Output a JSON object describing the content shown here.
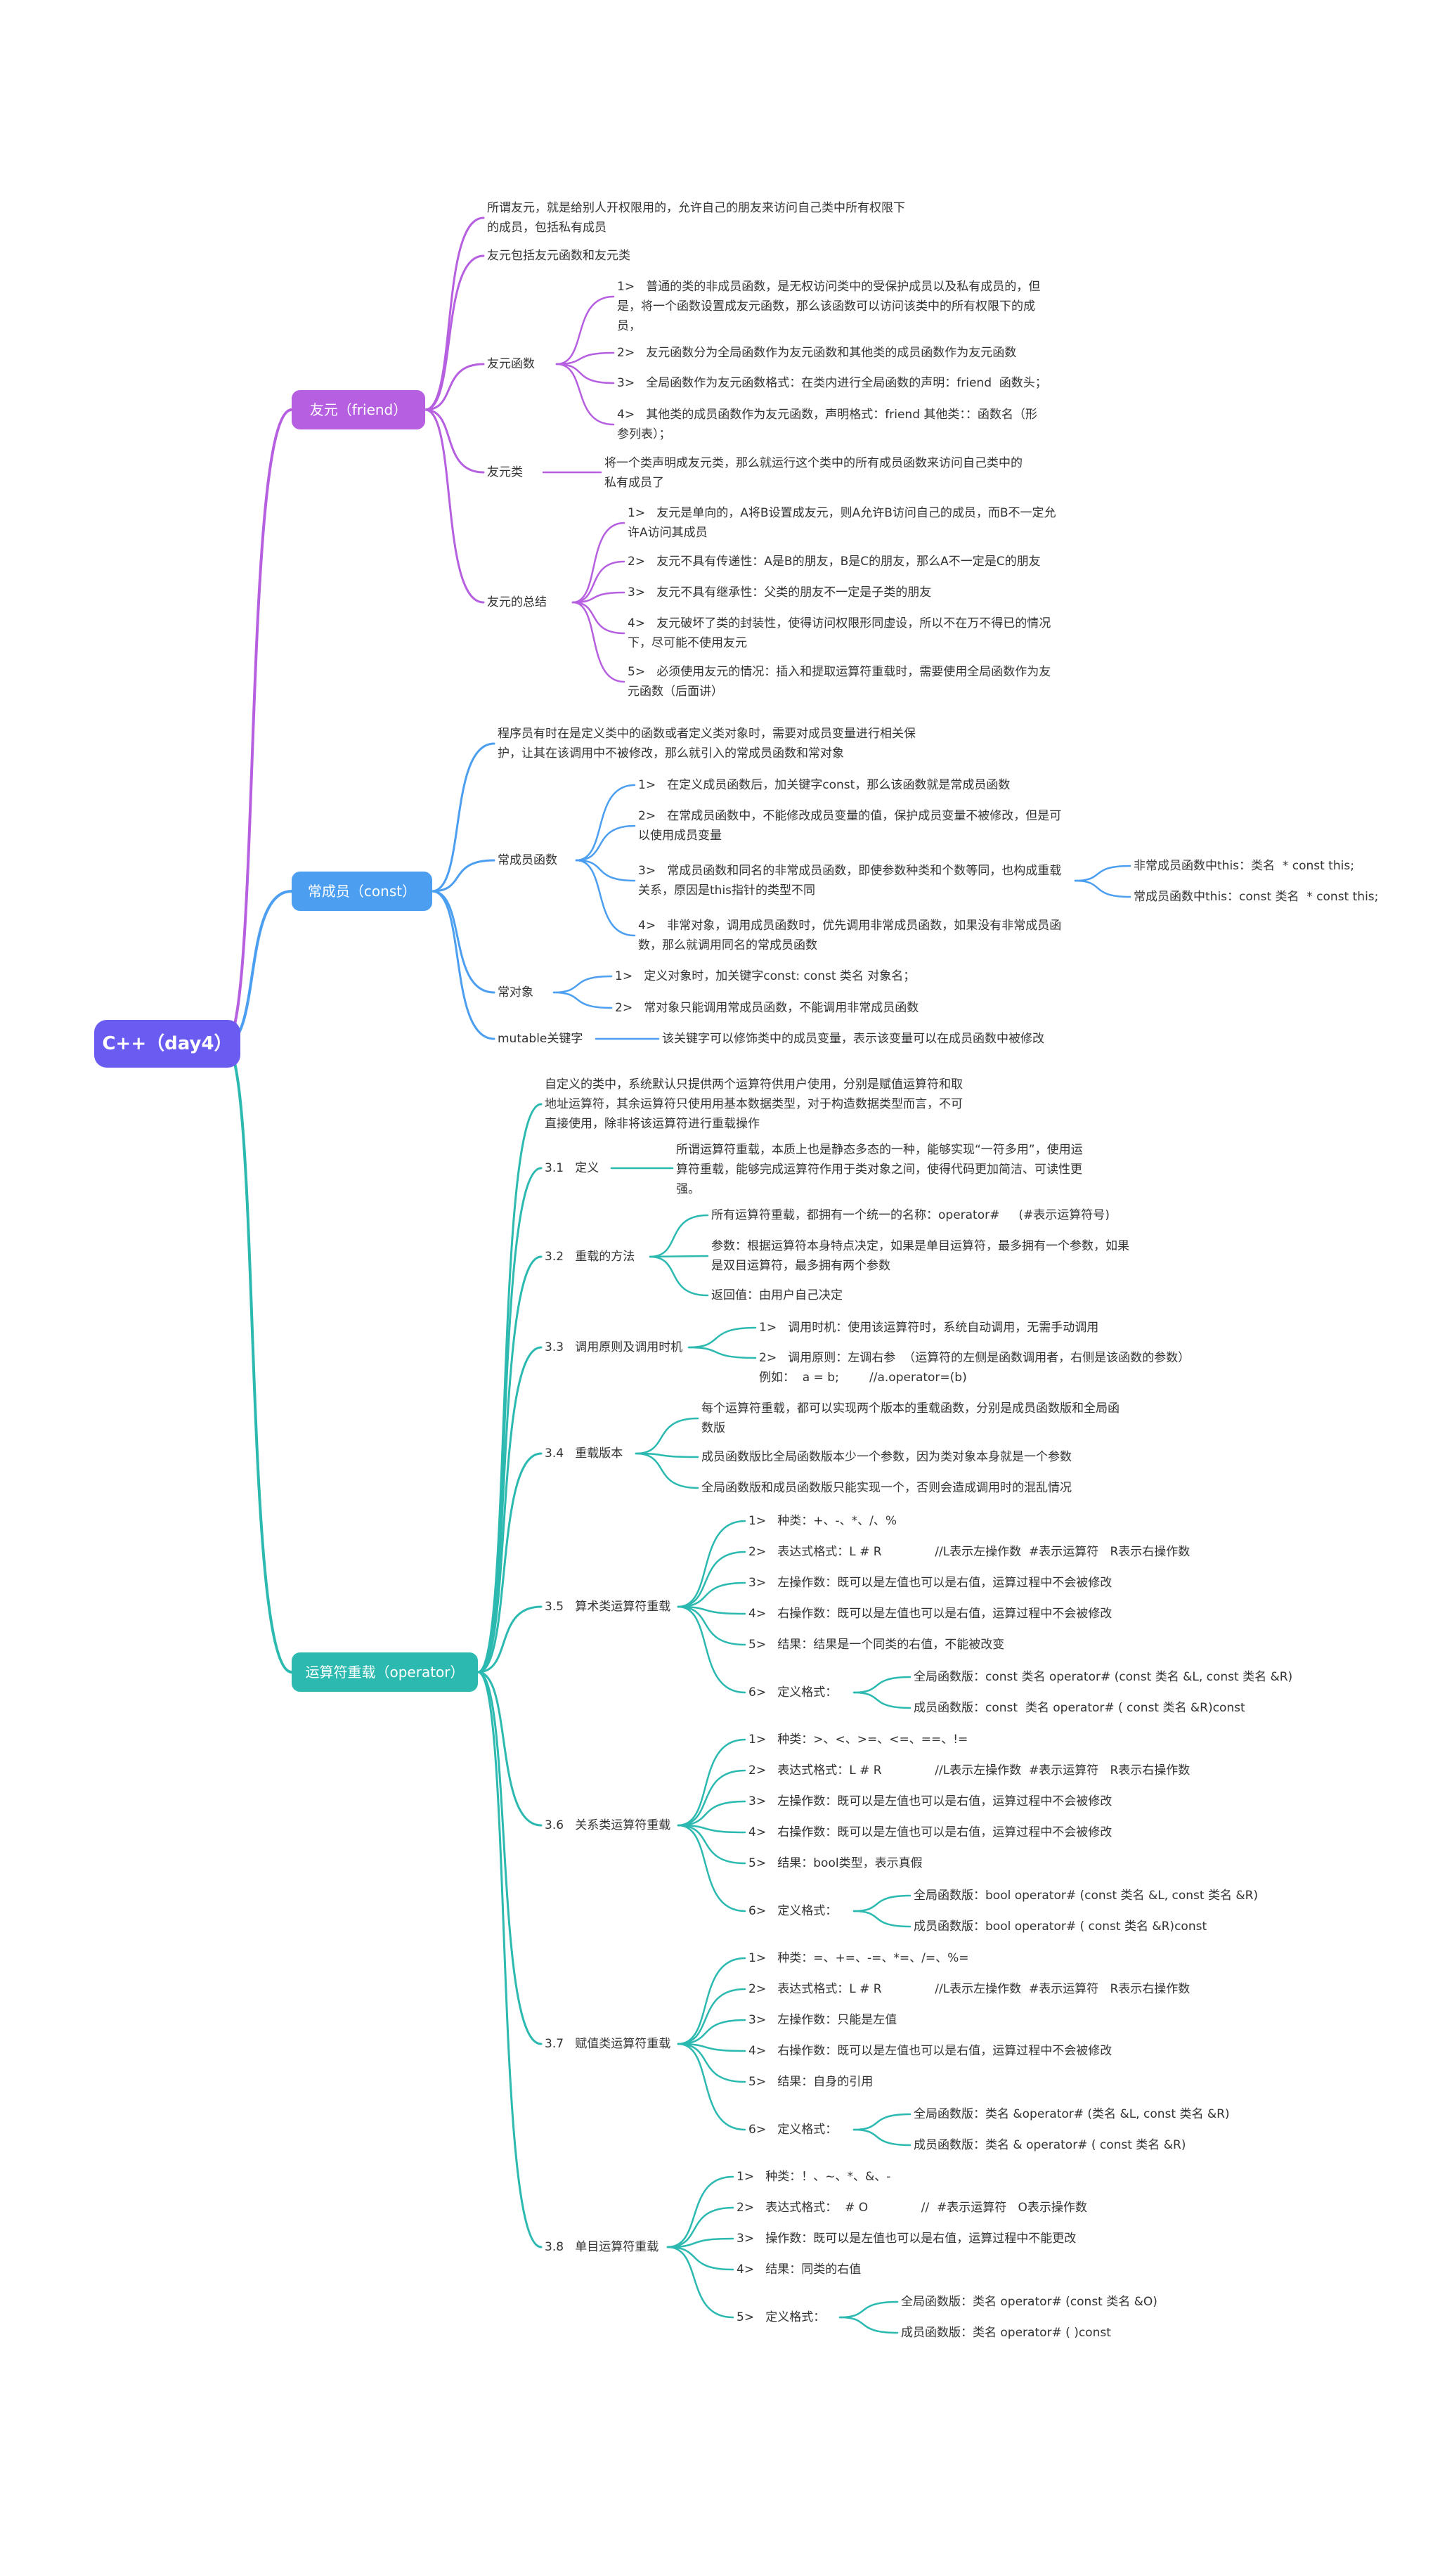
{
  "colors": {
    "root": "#6a5cf0",
    "friend": "#b65fe0",
    "const": "#4b9ef0",
    "operator": "#2bb9b0"
  },
  "root": "C++（day4）",
  "friend": {
    "title": "友元（friend）",
    "intro": "所谓友元，就是给别人开权限用的，允许自己的朋友来访问自己类中所有权限下\n的成员，包括私有成员",
    "includes": "友元包括友元函数和友元类",
    "func_label": "友元函数",
    "func_items": [
      "1>   普通的类的非成员函数，是无权访问类中的受保护成员以及私有成员的，但\n是，将一个函数设置成友元函数，那么该函数可以访问该类中的所有权限下的成\n员，",
      "2>   友元函数分为全局函数作为友元函数和其他类的成员函数作为友元函数",
      "3>   全局函数作为友元函数格式：在类内进行全局函数的声明：friend  函数头；",
      "4>   其他类的成员函数作为友元函数，声明格式：friend 其他类：：函数名（形\n参列表）；"
    ],
    "class_label": "友元类",
    "class_desc": "将一个类声明成友元类，那么就运行这个类中的所有成员函数来访问自己类中的\n私有成员了",
    "summary_label": "友元的总结",
    "summary_items": [
      "1>   友元是单向的，A将B设置成友元，则A允许B访问自己的成员，而B不一定允\n许A访问其成员",
      "2>   友元不具有传递性：A是B的朋友，B是C的朋友，那么A不一定是C的朋友",
      "3>   友元不具有继承性：父类的朋友不一定是子类的朋友",
      "4>   友元破坏了类的封装性，使得访问权限形同虚设，所以不在万不得已的情况\n下，尽可能不使用友元",
      "5>   必须使用友元的情况：插入和提取运算符重载时，需要使用全局函数作为友\n元函数（后面讲）"
    ]
  },
  "const": {
    "title": "常成员（const）",
    "intro": "程序员有时在是定义类中的函数或者定义类对象时，需要对成员变量进行相关保\n护，让其在该调用中不被修改，那么就引入的常成员函数和常对象",
    "func_label": "常成员函数",
    "func_items": [
      "1>   在定义成员函数后，加关键字const，那么该函数就是常成员函数",
      "2>   在常成员函数中，不能修改成员变量的值，保护成员变量不被修改，但是可\n以使用成员变量",
      "3>   常成员函数和同名的非常成员函数，即使参数种类和个数等同，也构成重载\n关系，原因是this指针的类型不同",
      "4>   非常对象，调用成员函数时，优先调用非常成员函数，如果没有非常成员函\n数，那么就调用同名的常成员函数"
    ],
    "this_items": [
      "非常成员函数中this：类名  * const this;",
      "常成员函数中this：const 类名  * const this;"
    ],
    "obj_label": "常对象",
    "obj_items": [
      "1>   定义对象时，加关键字const: const 类名 对象名；",
      "2>   常对象只能调用常成员函数，不能调用非常成员函数"
    ],
    "mutable_label": "mutable关键字",
    "mutable_desc": "该关键字可以修饰类中的成员变量，表示该变量可以在成员函数中被修改"
  },
  "operator": {
    "title": "运算符重载（operator）",
    "intro": "自定义的类中，系统默认只提供两个运算符供用户使用，分别是赋值运算符和取\n地址运算符，其余运算符只使用用基本数据类型，对于构造数据类型而言，不可\n直接使用，除非将该运算符进行重载操作",
    "s31_label": "3.1   定义",
    "s31_desc": "所谓运算符重载，本质上也是静态多态的一种，能够实现“一符多用”，使用运\n算符重载，能够完成运算符作用于类对象之间，使得代码更加简洁、可读性更\n强。",
    "s32_label": "3.2   重载的方法",
    "s32_items": [
      "所有运算符重载，都拥有一个统一的名称：operator#     (#表示运算符号)",
      "参数：根据运算符本身特点决定，如果是单目运算符，最多拥有一个参数，如果\n是双目运算符，最多拥有两个参数",
      "返回值：由用户自己决定"
    ],
    "s33_label": "3.3   调用原则及调用时机",
    "s33_items": [
      "1>   调用时机：使用该运算符时，系统自动调用，无需手动调用",
      "2>   调用原则：左调右参  （运算符的左侧是函数调用者，右侧是该函数的参数）\n例如：  a = b;        //a.operator=(b)"
    ],
    "s34_label": "3.4   重载版本",
    "s34_items": [
      "每个运算符重载，都可以实现两个版本的重载函数，分别是成员函数版和全局函\n数版",
      "成员函数版比全局函数版本少一个参数，因为类对象本身就是一个参数",
      "全局函数版和成员函数版只能实现一个，否则会造成调用时的混乱情况"
    ],
    "s35_label": "3.5   算术类运算符重载",
    "s35_items": [
      "1>   种类：+、-、*、/、%",
      "2>   表达式格式：L # R              //L表示左操作数  #表示运算符   R表示右操作数",
      "3>   左操作数：既可以是左值也可以是右值，运算过程中不会被修改",
      "4>   右操作数：既可以是左值也可以是右值，运算过程中不会被修改",
      "5>   结果：结果是一个同类的右值，不能被改变",
      "6>   定义格式："
    ],
    "s35_fmt": [
      "全局函数版：const 类名 operator# (const 类名 &L, const 类名 &R)",
      "成员函数版：const  类名 operator# ( const 类名 &R)const"
    ],
    "s36_label": "3.6   关系类运算符重载",
    "s36_items": [
      "1>   种类：>、<、>=、<=、==、!=",
      "2>   表达式格式：L # R              //L表示左操作数  #表示运算符   R表示右操作数",
      "3>   左操作数：既可以是左值也可以是右值，运算过程中不会被修改",
      "4>   右操作数：既可以是左值也可以是右值，运算过程中不会被修改",
      "5>   结果：bool类型，表示真假",
      "6>   定义格式："
    ],
    "s36_fmt": [
      "全局函数版：bool operator# (const 类名 &L, const 类名 &R)",
      "成员函数版：bool operator# ( const 类名 &R)const"
    ],
    "s37_label": "3.7   赋值类运算符重载",
    "s37_items": [
      "1>   种类：=、+=、-=、*=、/=、%=",
      "2>   表达式格式：L # R              //L表示左操作数  #表示运算符   R表示右操作数",
      "3>   左操作数：只能是左值",
      "4>   右操作数：既可以是左值也可以是右值，运算过程中不会被修改",
      "5>   结果：自身的引用",
      "6>   定义格式："
    ],
    "s37_fmt": [
      "全局函数版：类名 &operator# (类名 &L, const 类名 &R)",
      "成员函数版：类名 & operator# ( const 类名 &R)"
    ],
    "s38_label": "3.8   单目运算符重载",
    "s38_items": [
      "1>   种类：！、~、*、&、-",
      "2>   表达式格式：  # O              //  #表示运算符   O表示操作数",
      "3>   操作数：既可以是左值也可以是右值，运算过程中不能更改",
      "4>   结果：同类的右值",
      "5>   定义格式："
    ],
    "s38_fmt": [
      "全局函数版：类名 operator# (const 类名 &O)",
      "成员函数版：类名 operator# ( )const"
    ]
  }
}
